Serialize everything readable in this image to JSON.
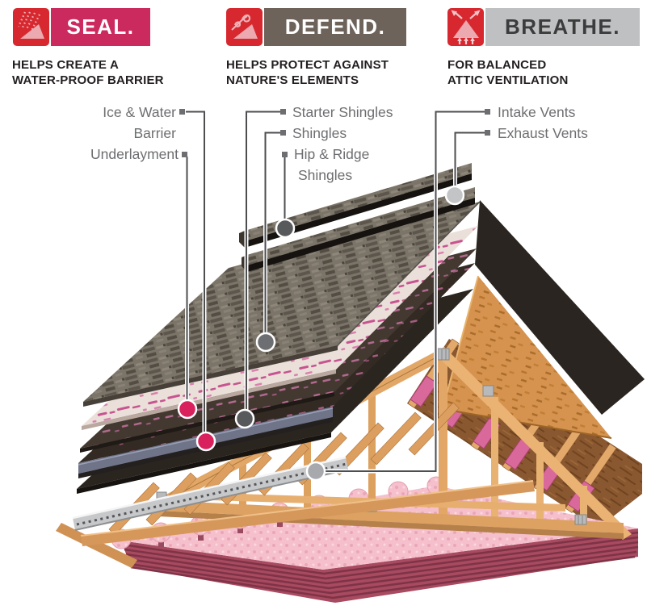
{
  "pillars": [
    {
      "badge_label": "SEAL.",
      "desc_line1": "HELPS CREATE A",
      "desc_line2": "WATER-PROOF BARRIER"
    },
    {
      "badge_label": "DEFEND.",
      "desc_line1": "HELPS PROTECT AGAINST",
      "desc_line2": "NATURE'S ELEMENTS"
    },
    {
      "badge_label": "BREATHE.",
      "desc_line1": "FOR BALANCED",
      "desc_line2": "ATTIC VENTILATION"
    }
  ],
  "callouts": {
    "ice_water_line1": "Ice & Water",
    "ice_water_line2": "Barrier",
    "underlayment": "Underlayment",
    "starter_shingles": "Starter Shingles",
    "shingles": "Shingles",
    "hip_ridge_line1": "Hip & Ridge",
    "hip_ridge_line2": "Shingles",
    "intake_vents": "Intake Vents",
    "exhaust_vents": "Exhaust Vents"
  },
  "colors": {
    "icon_red": "#d7282f",
    "icon_pink": "#ecaab0",
    "seal_badge_bg": "#cb2a5f",
    "seal_badge_text": "#ffffff",
    "defend_badge_bg": "#6e635b",
    "defend_badge_text": "#ffffff",
    "breathe_badge_bg": "#bec0c2",
    "breathe_badge_text": "#3c3c3d",
    "desc_text": "#231f20",
    "callout_text": "#6d6e71",
    "marker_pink": "#d8215d",
    "marker_dark_gray": "#58595b",
    "marker_mid_gray": "#6d6e71",
    "marker_light_gray": "#a7a9ac",
    "marker_lighter_gray": "#c2c4c6"
  }
}
